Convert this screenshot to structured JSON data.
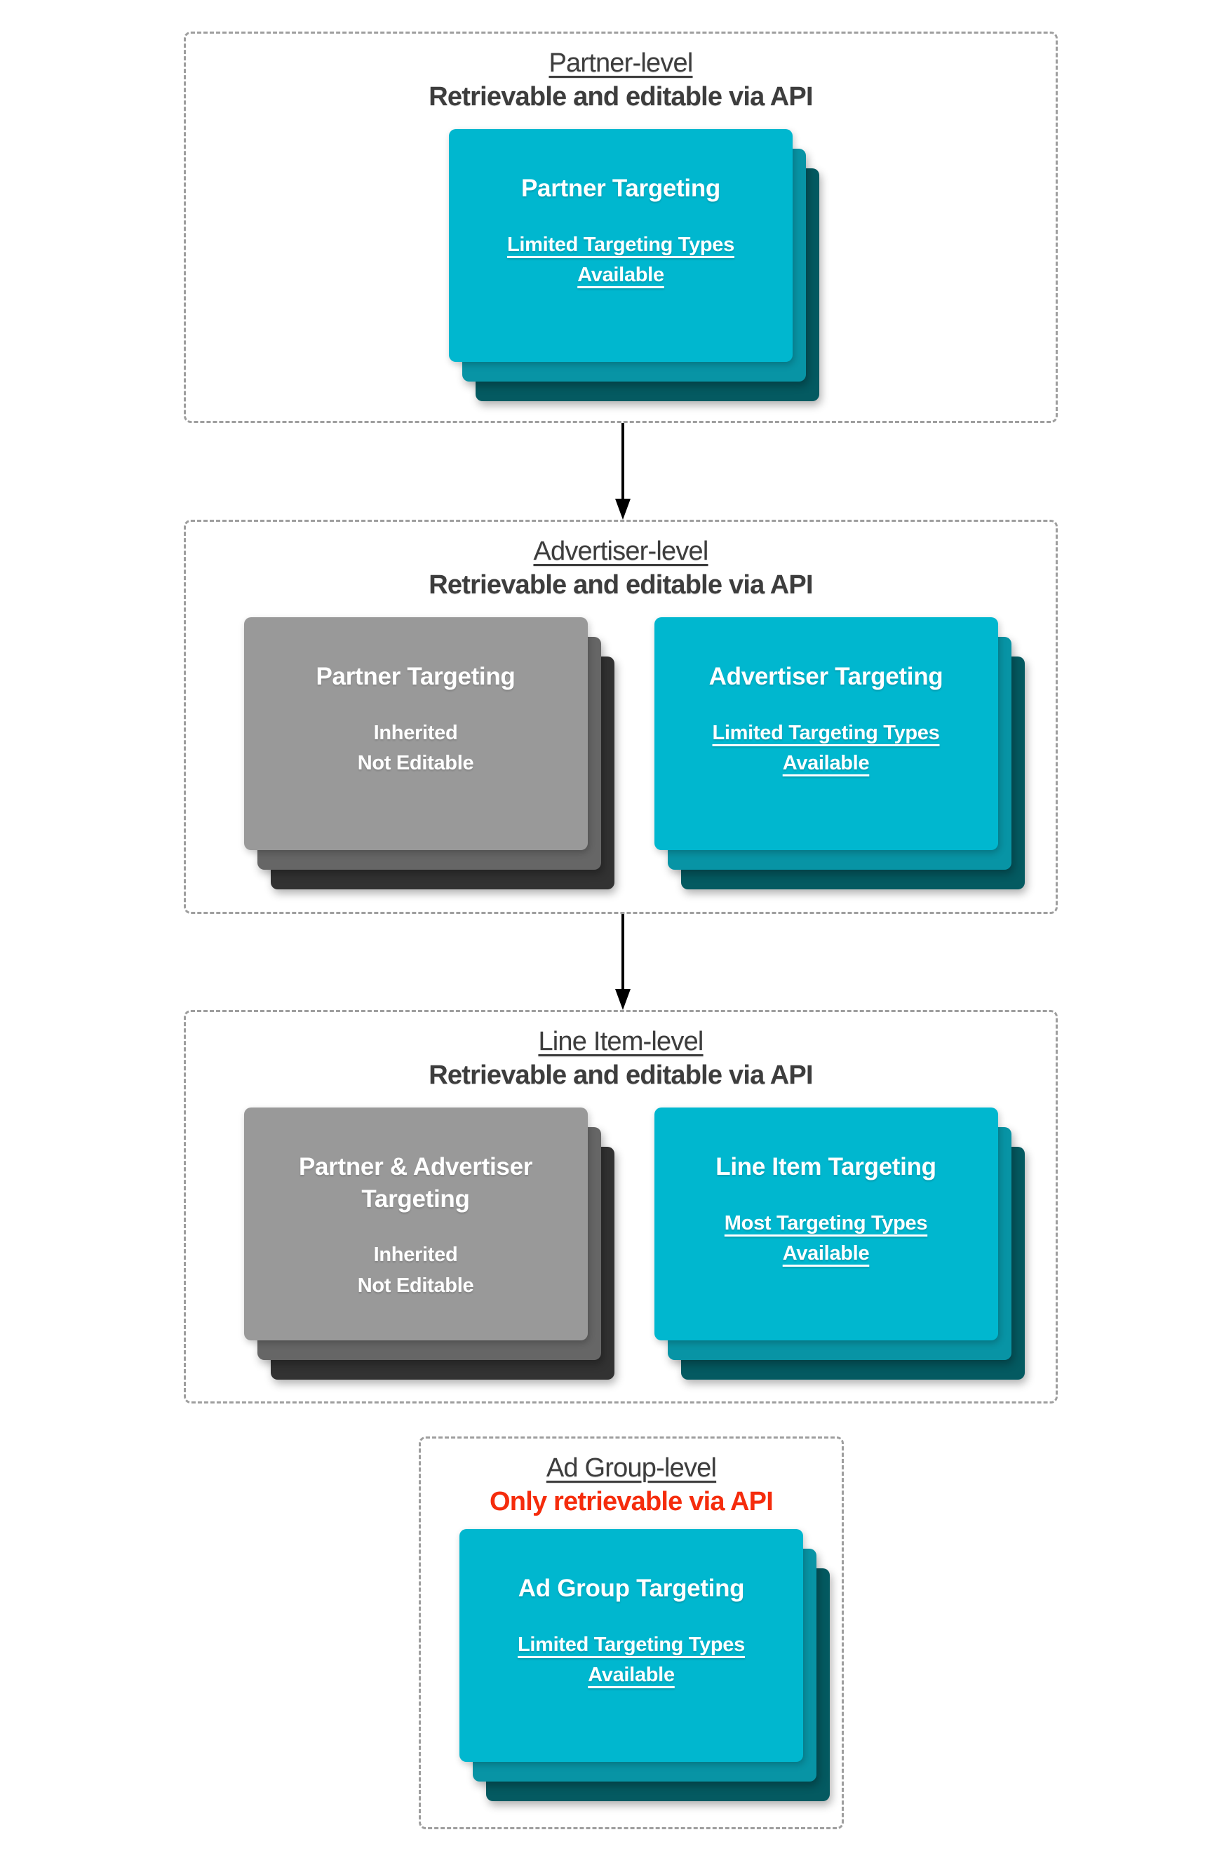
{
  "palette": {
    "teal_front": "#00b7cf",
    "teal_mid": "#0894a5",
    "teal_back": "#045a61",
    "gray_front": "#999999",
    "gray_mid": "#666666",
    "gray_back": "#323232",
    "header_text": "#3d3d3d",
    "red_text": "#f52c0c",
    "border_color": "#9e9e9e",
    "arrow_color": "#000000"
  },
  "sections": [
    {
      "id": "partner-level",
      "title": "Partner-level",
      "subtitle": "Retrievable and editable via API",
      "subtitle_color": "dark",
      "cards": [
        {
          "style": "teal",
          "title": "Partner Targeting",
          "lines": [
            "Limited Targeting Types",
            "Available"
          ],
          "sub_underlined": true
        }
      ]
    },
    {
      "id": "advertiser-level",
      "title": "Advertiser-level",
      "subtitle": "Retrievable and editable via API",
      "subtitle_color": "dark",
      "cards": [
        {
          "style": "gray",
          "title": "Partner Targeting",
          "lines": [
            "Inherited",
            "Not Editable"
          ],
          "sub_underlined": false
        },
        {
          "style": "teal",
          "title": "Advertiser Targeting",
          "lines": [
            "Limited Targeting Types",
            "Available"
          ],
          "sub_underlined": true
        }
      ]
    },
    {
      "id": "line-item-level",
      "title": "Line Item-level",
      "subtitle": "Retrievable and editable via API",
      "subtitle_color": "dark",
      "cards": [
        {
          "style": "gray",
          "title": "Partner & Advertiser Targeting",
          "lines": [
            "Inherited",
            "Not Editable"
          ],
          "sub_underlined": false
        },
        {
          "style": "teal",
          "title": "Line Item Targeting",
          "lines": [
            "Most Targeting Types",
            "Available"
          ],
          "sub_underlined": true
        }
      ]
    },
    {
      "id": "ad-group-level",
      "title": "Ad Group-level",
      "subtitle": "Only retrievable via API",
      "subtitle_color": "red",
      "cards": [
        {
          "style": "teal",
          "title": "Ad Group Targeting",
          "lines": [
            "Limited Targeting Types",
            "Available"
          ],
          "sub_underlined": true
        }
      ]
    }
  ]
}
